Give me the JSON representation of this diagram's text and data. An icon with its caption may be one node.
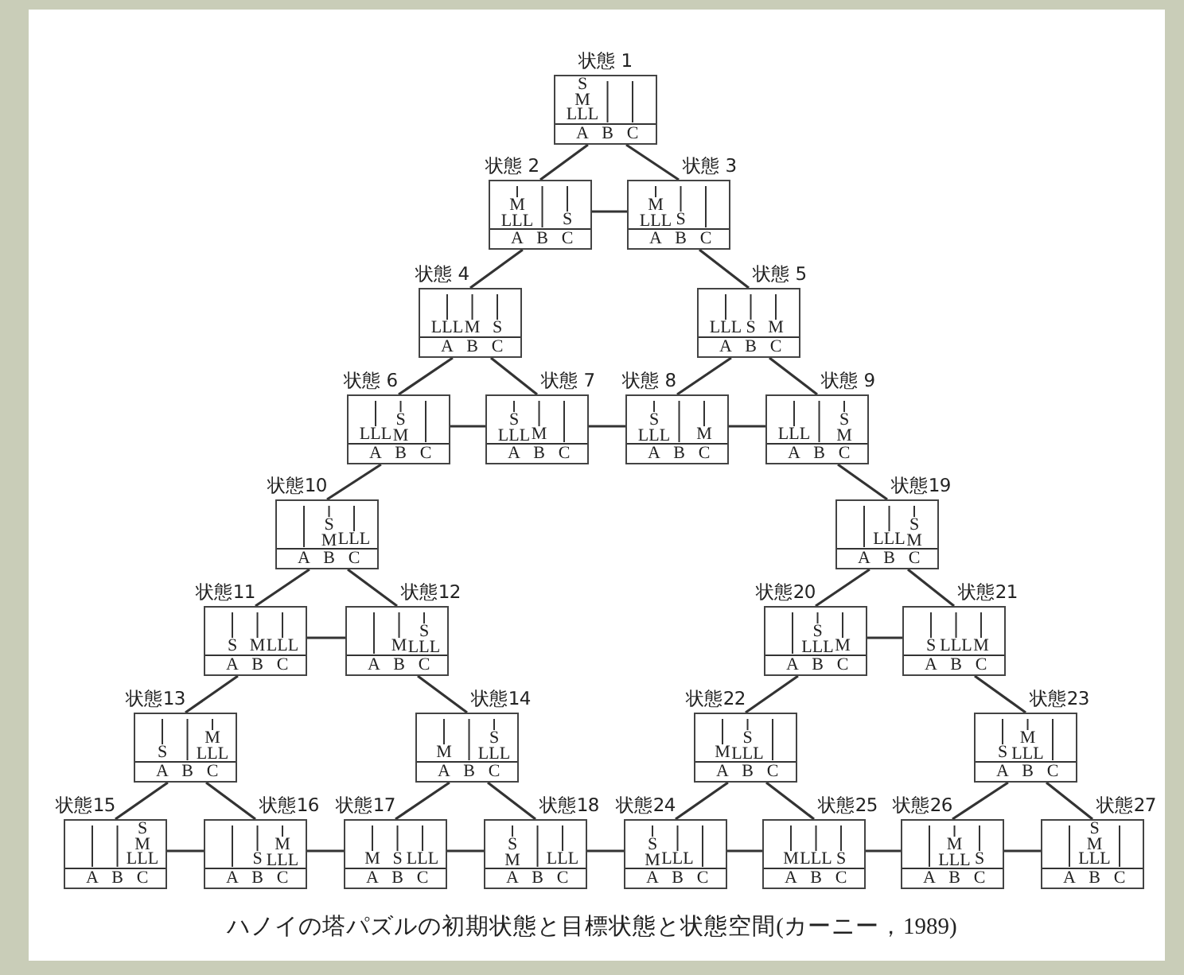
{
  "diagram": {
    "caption": "ハノイの塔パズルの初期状態と目標状態と状態空間(カーニー，1989)",
    "nodes": [
      {
        "text": [
          "状態 1",
          "S M LLL",
          "A",
          "B",
          "C"
        ]
      },
      {
        "text": [
          "状態 2",
          "M LLL",
          "S",
          "A",
          "B",
          "C"
        ]
      },
      {
        "text": [
          "状態 3",
          "M LLL",
          "S",
          "A",
          "B",
          "C"
        ]
      },
      {
        "text": [
          "状態 4",
          "LLL",
          "M",
          "S",
          "A",
          "B",
          "C"
        ]
      },
      {
        "text": [
          "状態 5",
          "LLL",
          "S",
          "M",
          "A",
          "B",
          "C"
        ]
      },
      {
        "text": [
          "状態 6",
          "LLL",
          "S M",
          "A",
          "B",
          "C"
        ]
      },
      {
        "text": [
          "状態 7",
          "S LLL",
          "M",
          "A",
          "B",
          "C"
        ]
      },
      {
        "text": [
          "状態 8",
          "S LLL",
          "M",
          "A",
          "B",
          "C"
        ]
      },
      {
        "text": [
          "状態 9",
          "LLL",
          "S M",
          "A",
          "B",
          "C"
        ]
      },
      {
        "text": [
          "状態10",
          "S M",
          "LLL",
          "A",
          "B",
          "C"
        ]
      },
      {
        "text": [
          "状態11",
          "S",
          "M",
          "LLL",
          "A",
          "B",
          "C"
        ]
      },
      {
        "text": [
          "状態12",
          "M",
          "S LLL",
          "A",
          "B",
          "C"
        ]
      },
      {
        "text": [
          "状態13",
          "S",
          "M LLL",
          "A",
          "B",
          "C"
        ]
      },
      {
        "text": [
          "状態14",
          "M",
          "S LLL",
          "A",
          "B",
          "C"
        ]
      },
      {
        "text": [
          "状態15",
          "S M LLL",
          "A",
          "B",
          "C"
        ]
      },
      {
        "text": [
          "状態16",
          "S",
          "M LLL",
          "A",
          "B",
          "C"
        ]
      },
      {
        "text": [
          "状態17",
          "M",
          "S",
          "LLL",
          "A",
          "B",
          "C"
        ]
      },
      {
        "text": [
          "状態18",
          "S M",
          "LLL",
          "A",
          "B",
          "C"
        ]
      },
      {
        "text": [
          "状態19",
          "LLL",
          "S M",
          "A",
          "B",
          "C"
        ]
      },
      {
        "text": [
          "状態20",
          "S LLL",
          "M",
          "A",
          "B",
          "C"
        ]
      },
      {
        "text": [
          "状態21",
          "S",
          "LLL",
          "M",
          "A",
          "B",
          "C"
        ]
      },
      {
        "text": [
          "状態22",
          "M",
          "S LLL",
          "A",
          "B",
          "C"
        ]
      },
      {
        "text": [
          "状態23",
          "S",
          "M LLL",
          "A",
          "B",
          "C"
        ]
      },
      {
        "text": [
          "状態24",
          "S M",
          "LLL",
          "A",
          "B",
          "C"
        ]
      },
      {
        "text": [
          "状態25",
          "M",
          "LLL",
          "S",
          "A",
          "B",
          "C"
        ]
      },
      {
        "text": [
          "状態26",
          "M LLL",
          "S",
          "A",
          "B",
          "C"
        ]
      },
      {
        "text": [
          "状態27",
          "S M LLL",
          "A",
          "B",
          "C"
        ]
      }
    ],
    "edges": [
      {
        "from": 0,
        "to": 1,
        "arrow": "none"
      },
      {
        "from": 0,
        "to": 2,
        "arrow": "none"
      },
      {
        "from": 1,
        "to": 2,
        "arrow": "none"
      },
      {
        "from": 1,
        "to": 3,
        "arrow": "none"
      },
      {
        "from": 2,
        "to": 4,
        "arrow": "none"
      },
      {
        "from": 3,
        "to": 5,
        "arrow": "none"
      },
      {
        "from": 3,
        "to": 6,
        "arrow": "none"
      },
      {
        "from": 5,
        "to": 6,
        "arrow": "none"
      },
      {
        "from": 6,
        "to": 7,
        "arrow": "none"
      },
      {
        "from": 4,
        "to": 7,
        "arrow": "none"
      },
      {
        "from": 4,
        "to": 8,
        "arrow": "none"
      },
      {
        "from": 7,
        "to": 8,
        "arrow": "none"
      },
      {
        "from": 5,
        "to": 9,
        "arrow": "none"
      },
      {
        "from": 8,
        "to": 18,
        "arrow": "none"
      },
      {
        "from": 9,
        "to": 10,
        "arrow": "none"
      },
      {
        "from": 9,
        "to": 11,
        "arrow": "none"
      },
      {
        "from": 10,
        "to": 11,
        "arrow": "none"
      },
      {
        "from": 10,
        "to": 12,
        "arrow": "none"
      },
      {
        "from": 11,
        "to": 13,
        "arrow": "none"
      },
      {
        "from": 12,
        "to": 14,
        "arrow": "none"
      },
      {
        "from": 12,
        "to": 15,
        "arrow": "none"
      },
      {
        "from": 14,
        "to": 15,
        "arrow": "none"
      },
      {
        "from": 15,
        "to": 16,
        "arrow": "none"
      },
      {
        "from": 13,
        "to": 16,
        "arrow": "none"
      },
      {
        "from": 13,
        "to": 17,
        "arrow": "none"
      },
      {
        "from": 16,
        "to": 17,
        "arrow": "none"
      },
      {
        "from": 17,
        "to": 23,
        "arrow": "none"
      },
      {
        "from": 18,
        "to": 19,
        "arrow": "none"
      },
      {
        "from": 18,
        "to": 20,
        "arrow": "none"
      },
      {
        "from": 19,
        "to": 20,
        "arrow": "none"
      },
      {
        "from": 19,
        "to": 21,
        "arrow": "none"
      },
      {
        "from": 20,
        "to": 22,
        "arrow": "none"
      },
      {
        "from": 21,
        "to": 23,
        "arrow": "none"
      },
      {
        "from": 21,
        "to": 24,
        "arrow": "none"
      },
      {
        "from": 23,
        "to": 24,
        "arrow": "none"
      },
      {
        "from": 24,
        "to": 25,
        "arrow": "none"
      },
      {
        "from": 22,
        "to": 25,
        "arrow": "none"
      },
      {
        "from": 22,
        "to": 26,
        "arrow": "none"
      },
      {
        "from": 25,
        "to": 26,
        "arrow": "none"
      }
    ]
  }
}
